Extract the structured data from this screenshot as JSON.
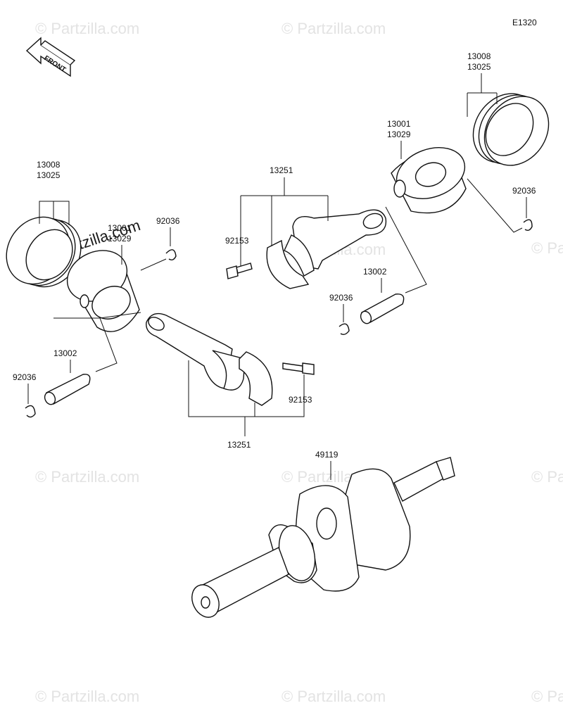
{
  "diagram_code": "E1320",
  "front_label": "FRONT",
  "watermark": "© Partzilla.com",
  "callouts": {
    "left_ring_a": "13008",
    "left_ring_b": "13025",
    "left_piston_a": "13001",
    "left_piston_b": "13029",
    "left_clip_upper": "92036",
    "left_pin": "13002",
    "left_clip_lower": "92036",
    "lower_rod_assy": "13251",
    "lower_bolt": "92153",
    "upper_rod_assy": "13251",
    "upper_bolt": "92153",
    "right_piston_a": "13001",
    "right_piston_b": "13029",
    "right_ring_a": "13008",
    "right_ring_b": "13025",
    "right_clip_upper": "92036",
    "right_pin": "13002",
    "right_clip_lower": "92036",
    "crankshaft": "49119"
  }
}
